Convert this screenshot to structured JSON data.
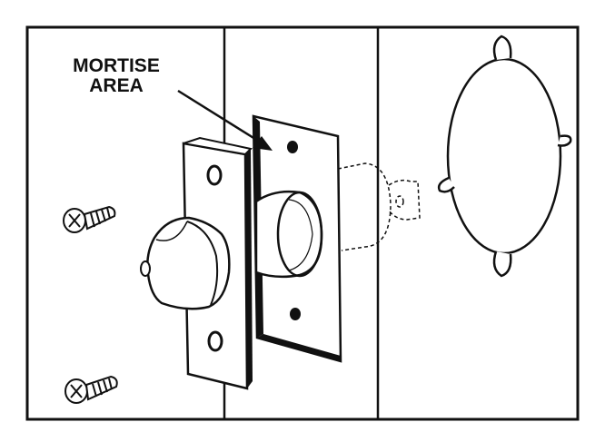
{
  "diagram": {
    "callout": {
      "line1": "MORTISE",
      "line2": "AREA"
    },
    "parts": [
      "door-frame",
      "door-edge",
      "door-face",
      "latch-faceplate",
      "latch-bolt",
      "latch-housing",
      "mortise-strike-plate",
      "screws",
      "bore-hole-template"
    ],
    "colors": {
      "ink": "#111111",
      "paper": "#ffffff",
      "shade": "#d9d9d9"
    }
  }
}
